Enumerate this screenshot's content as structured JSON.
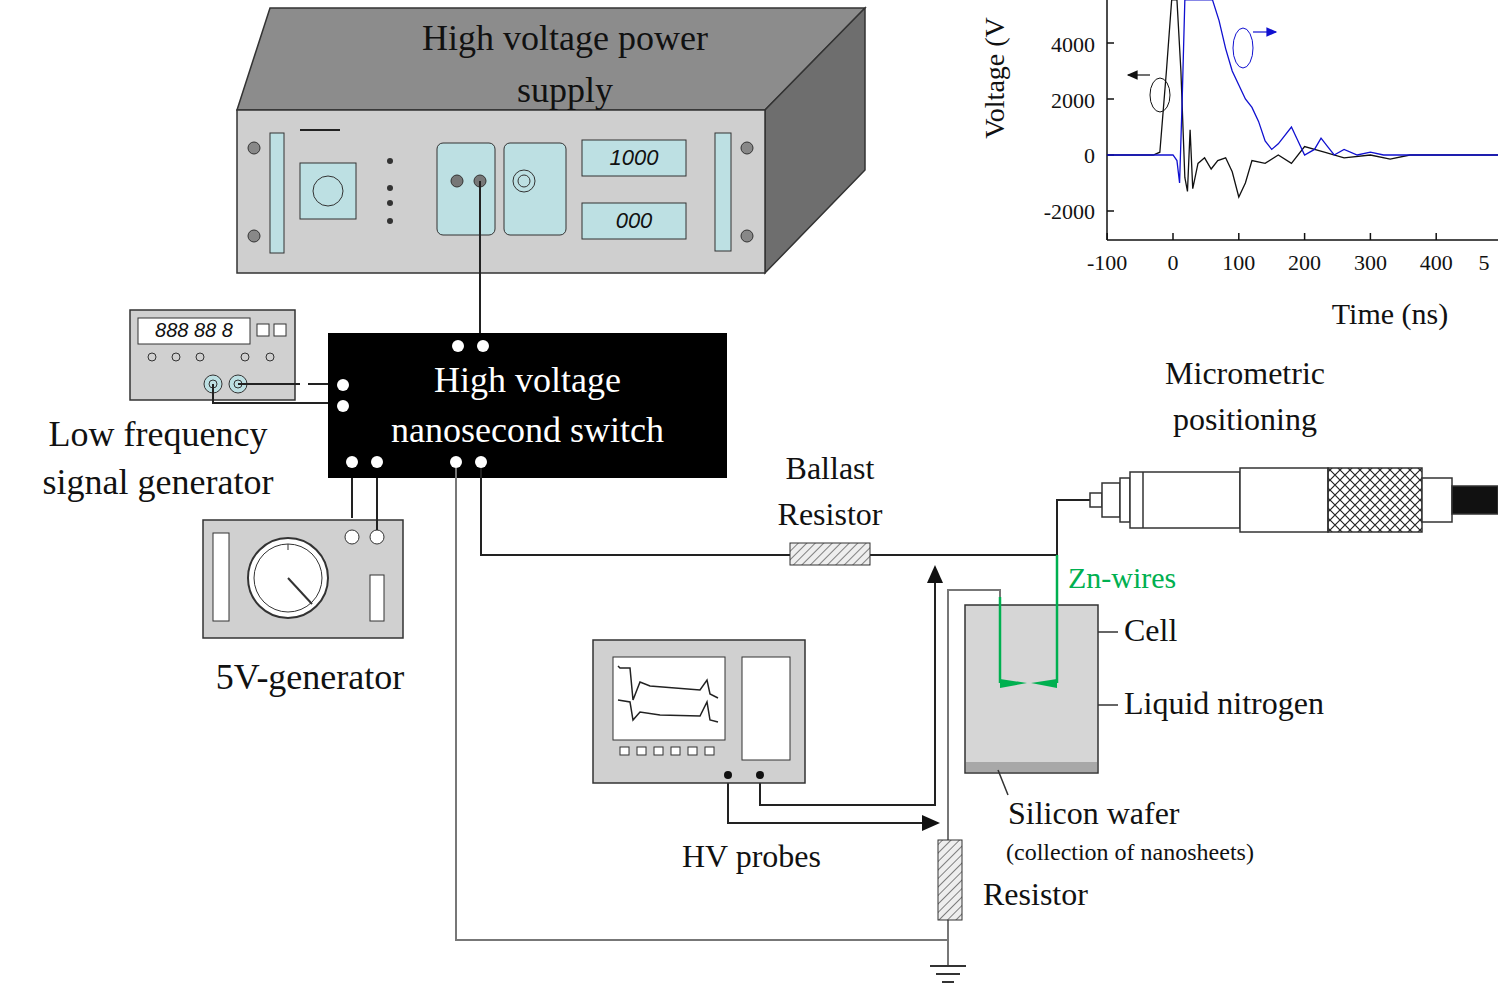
{
  "diagram": {
    "nodes": [
      {
        "text": [
          "High voltage power supply"
        ]
      },
      {
        "text": [
          "High voltage nanosecond switch"
        ]
      },
      {
        "text": [
          "Low frequency signal generator"
        ]
      },
      {
        "text": [
          "5V-generator"
        ]
      }
    ],
    "edges": [
      {
        "from": 0,
        "to": 1,
        "arrow": "none"
      },
      {
        "from": 2,
        "to": 1,
        "arrow": "none"
      },
      {
        "from": 1,
        "to": 3,
        "arrow": "none"
      }
    ],
    "labels": [
      "1000",
      "000",
      "888 88 8",
      "Ballast Resistor",
      "Micrometric positioning",
      "Zn-wires",
      "Cell",
      "Liquid nitrogen",
      "Silicon wafer",
      "(collection of nanosheets)",
      "HV probes",
      "Resistor",
      "Voltage (V",
      "4000",
      "2000",
      "0",
      "-2000",
      "-100",
      "0",
      "100",
      "200",
      "300",
      "400",
      "5",
      "Time (ns)"
    ]
  }
}
